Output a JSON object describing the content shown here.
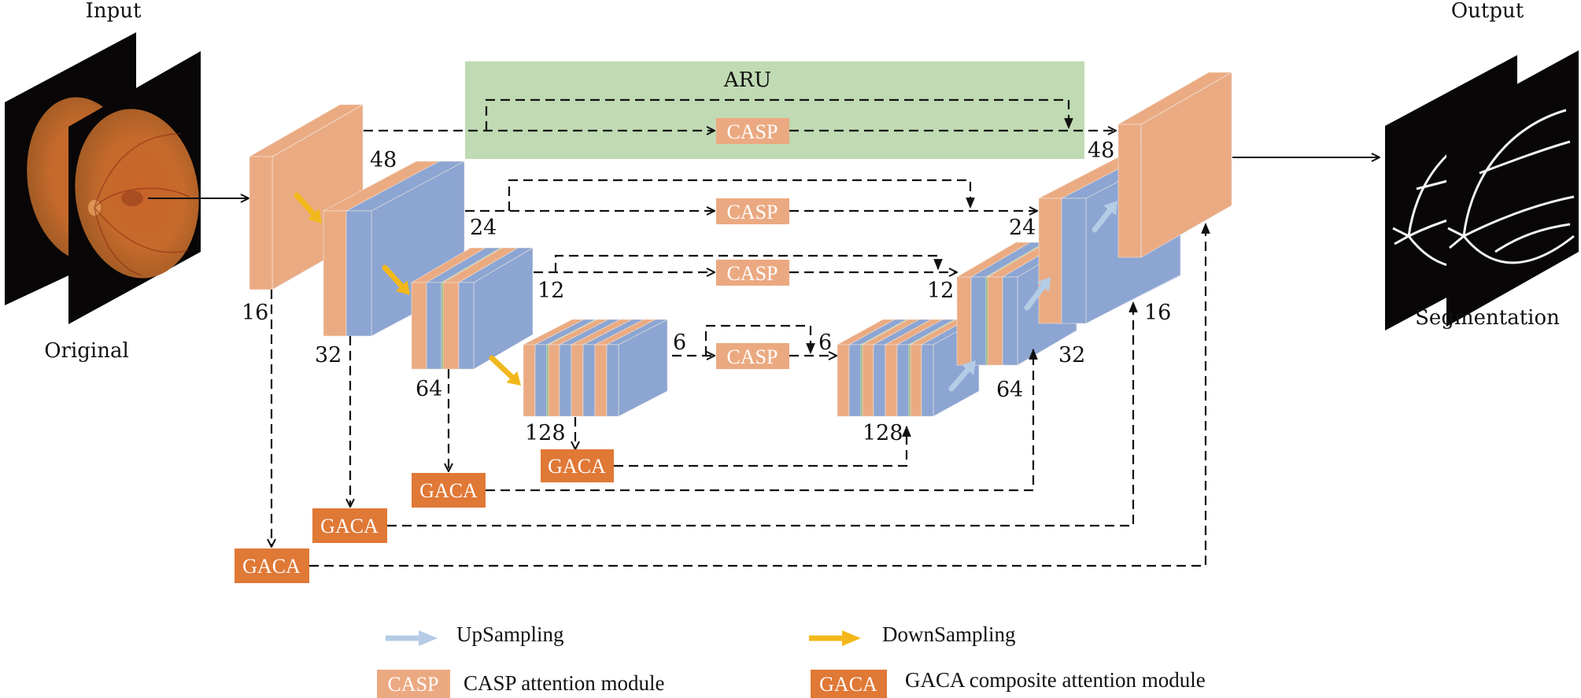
{
  "colors": {
    "encoder_orange": "#EBAB82",
    "feature_blue": "#8CA5D2",
    "aru_green": "#C0DAB3",
    "casp_fill": "#EBA981",
    "gaca_fill": "#E07836",
    "downsample_arrow": "#F2B81B",
    "upsample_arrow": "#B4CCE5",
    "slide_black": "#080606",
    "fundus_orange": "#C86A28"
  },
  "labels": {
    "input_title": "Input",
    "input_caption": "Original",
    "output_title": "Output",
    "output_caption": "Segmentation",
    "aru_title": "ARU"
  },
  "encoder": [
    {
      "id": "enc1",
      "channels": "16",
      "size": "48"
    },
    {
      "id": "enc2",
      "channels": "32",
      "size": "24"
    },
    {
      "id": "enc3",
      "channels": "64",
      "size": "12"
    },
    {
      "id": "enc4",
      "channels": "128",
      "size": "6"
    }
  ],
  "decoder": [
    {
      "id": "dec4",
      "channels": "128",
      "size": "6"
    },
    {
      "id": "dec3",
      "channels": "64",
      "size": "12"
    },
    {
      "id": "dec2",
      "channels": "32",
      "size": "24"
    },
    {
      "id": "dec1",
      "channels": "16",
      "size": "48"
    }
  ],
  "casp_modules": [
    {
      "label": "CASP",
      "level": "48"
    },
    {
      "label": "CASP",
      "level": "24"
    },
    {
      "label": "CASP",
      "level": "12"
    },
    {
      "label": "CASP",
      "level": "6"
    }
  ],
  "gaca_modules": [
    {
      "label": "GACA",
      "level": "128"
    },
    {
      "label": "GACA",
      "level": "64"
    },
    {
      "label": "GACA",
      "level": "32"
    },
    {
      "label": "GACA",
      "level": "16"
    }
  ],
  "legend": {
    "upsampling": "UpSampling",
    "downsampling": "DownSampling",
    "casp_swatch": "CASP",
    "casp_desc": "CASP attention module",
    "gaca_swatch": "GACA",
    "gaca_desc": "GACA composite attention module"
  }
}
